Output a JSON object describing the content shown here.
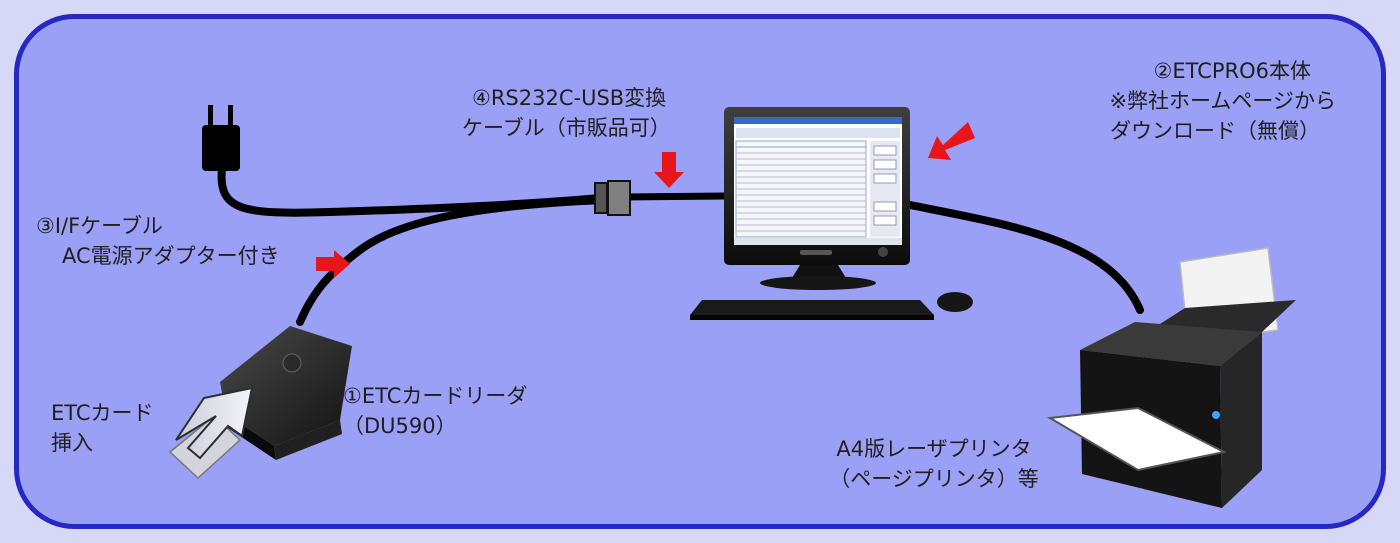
{
  "labels": {
    "etcpro": {
      "line1": "②ETCPRO6本体",
      "line2": "※弊社ホームページから",
      "line3": "ダウンロード（無償）"
    },
    "usb_cable": {
      "line1": "④RS232C-USB変換",
      "line2": "ケーブル（市販品可）"
    },
    "if_cable": {
      "line1": "③I/Fケーブル",
      "line2": "AC電源アダプター付き"
    },
    "reader": {
      "line1": "①ETCカードリーダ",
      "line2": "（DU590）"
    },
    "card_insert": {
      "line1": "ETCカード",
      "line2": "挿入"
    },
    "printer": {
      "line1": "A4版レーザプリンタ",
      "line2": "（ページプリンタ）等"
    }
  },
  "colors": {
    "background": "#d6d8f7",
    "panel_fill": "#9aa0f5",
    "panel_border": "#2727c4",
    "arrow": "#e8161b",
    "cable": "#000000"
  }
}
